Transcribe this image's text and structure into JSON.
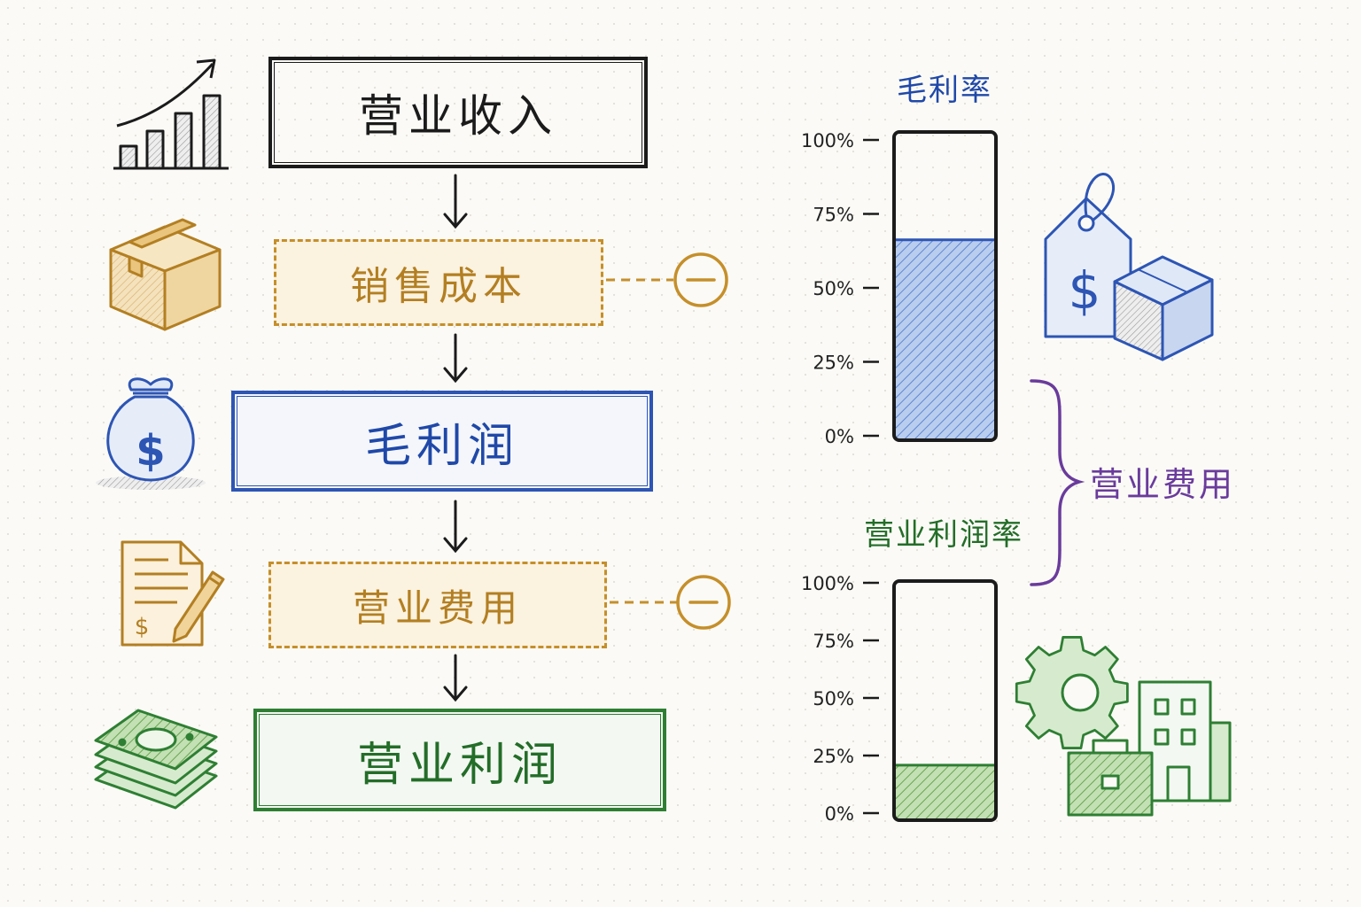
{
  "flow": {
    "revenue": "营业收入",
    "cogs": "销售成本",
    "gross_profit": "毛利润",
    "operating_expense": "营业费用",
    "operating_profit": "营业利润",
    "minus_symbol": "−"
  },
  "charts": {
    "gross_margin_title": "毛利率",
    "operating_margin_title": "营业利润率",
    "brace_label": "营业费用",
    "ticks": [
      "100%",
      "75%",
      "50%",
      "25%",
      "0%"
    ]
  },
  "chart_data": [
    {
      "type": "bar",
      "title": "毛利率",
      "categories": [
        ""
      ],
      "values": [
        65
      ],
      "ylim": [
        0,
        100
      ],
      "color": "#6f95d6"
    },
    {
      "type": "bar",
      "title": "营业利润率",
      "categories": [
        ""
      ],
      "values": [
        23
      ],
      "ylim": [
        0,
        100
      ],
      "color": "#74ad5c"
    }
  ],
  "colors": {
    "ink": "#1b1b1b",
    "gold": "#c58f2a",
    "blue": "#2d55b4",
    "green": "#2e7f33",
    "purple": "#6a3b9c"
  },
  "icons": {
    "revenue": "rising-bar-chart-icon",
    "cogs": "cardboard-box-icon",
    "gross_profit": "money-bag-icon",
    "operating_expense": "invoice-pencil-icon",
    "operating_profit": "cash-stack-icon",
    "gross_margin_side": "price-tag-box-icon",
    "operating_margin_side": "gear-building-briefcase-icon"
  }
}
